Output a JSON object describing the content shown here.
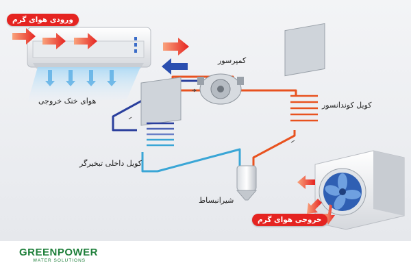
{
  "labels": {
    "hot_air_inlet": "ورودی هوای گرم",
    "compressor": "کمپرسور",
    "cool_air_outlet": "هوای خنک خروجی",
    "condenser_coil": "کویل کوندانسور",
    "evaporator_coil": "کویل داخلی تبخیرگر",
    "expansion_valve": "شیرانبساط",
    "hot_air_outlet": "خروجی هوای گرم"
  },
  "brand": {
    "name": "GREENPOWER",
    "tagline": "WATER SOLUTIONS"
  },
  "colors": {
    "badge_red": "#e52421",
    "hot_pipe": "#e8521f",
    "cold_pipe": "#2a3f9d",
    "liquid_pipe": "#3aa6d6",
    "brand_green": "#1e7f3a"
  },
  "icons": [
    "indoor-unit",
    "compressor",
    "evaporator-coil",
    "condenser-coil",
    "expansion-valve",
    "outdoor-unit-fan",
    "flow-arrows"
  ]
}
